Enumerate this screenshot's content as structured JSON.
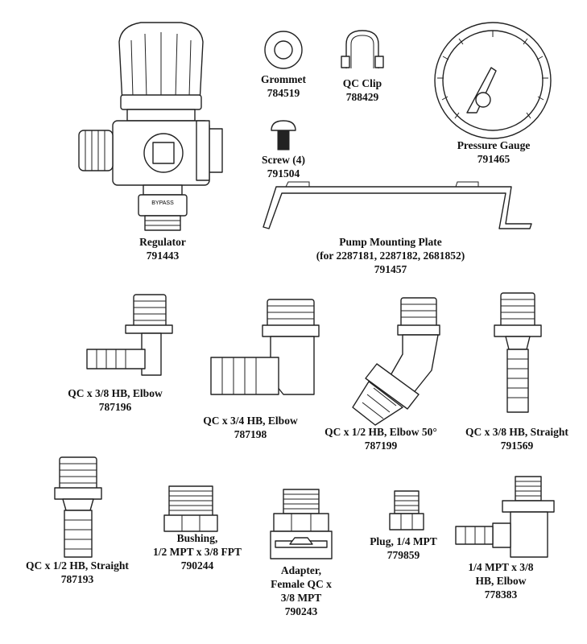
{
  "parts": {
    "regulator": {
      "name": "Regulator",
      "number": "791443",
      "marking": "BYPASS"
    },
    "grommet": {
      "name": "Grommet",
      "number": "784519"
    },
    "qc_clip": {
      "name": "QC Clip",
      "number": "788429"
    },
    "pressure_gauge": {
      "name": "Pressure Gauge",
      "number": "791465"
    },
    "screw": {
      "name": "Screw (4)",
      "number": "791504"
    },
    "mounting_plate": {
      "name": "Pump Mounting Plate",
      "note": "(for 2287181, 2287182, 2681852)",
      "number": "791457"
    },
    "elbow_3_8": {
      "name": "QC x 3/8 HB, Elbow",
      "number": "787196"
    },
    "elbow_3_4": {
      "name": "QC x 3/4 HB, Elbow",
      "number": "787198"
    },
    "elbow_50": {
      "name": "QC x 1/2 HB, Elbow 50°",
      "number": "787199"
    },
    "straight_3_8": {
      "name": "QC x 3/8 HB, Straight",
      "number": "791569"
    },
    "straight_1_2": {
      "name": "QC x 1/2 HB, Straight",
      "number": "787193"
    },
    "bushing": {
      "line1": "Bushing,",
      "line2": "1/2 MPT x 3/8 FPT",
      "number": "790244"
    },
    "adapter": {
      "line1": "Adapter,",
      "line2": "Female QC x",
      "line3": "3/8 MPT",
      "number": "790243"
    },
    "plug": {
      "name": "Plug, 1/4 MPT",
      "number": "779859"
    },
    "elbow_mpt": {
      "line1": "1/4 MPT x 3/8",
      "line2": "HB, Elbow",
      "number": "778383"
    }
  }
}
